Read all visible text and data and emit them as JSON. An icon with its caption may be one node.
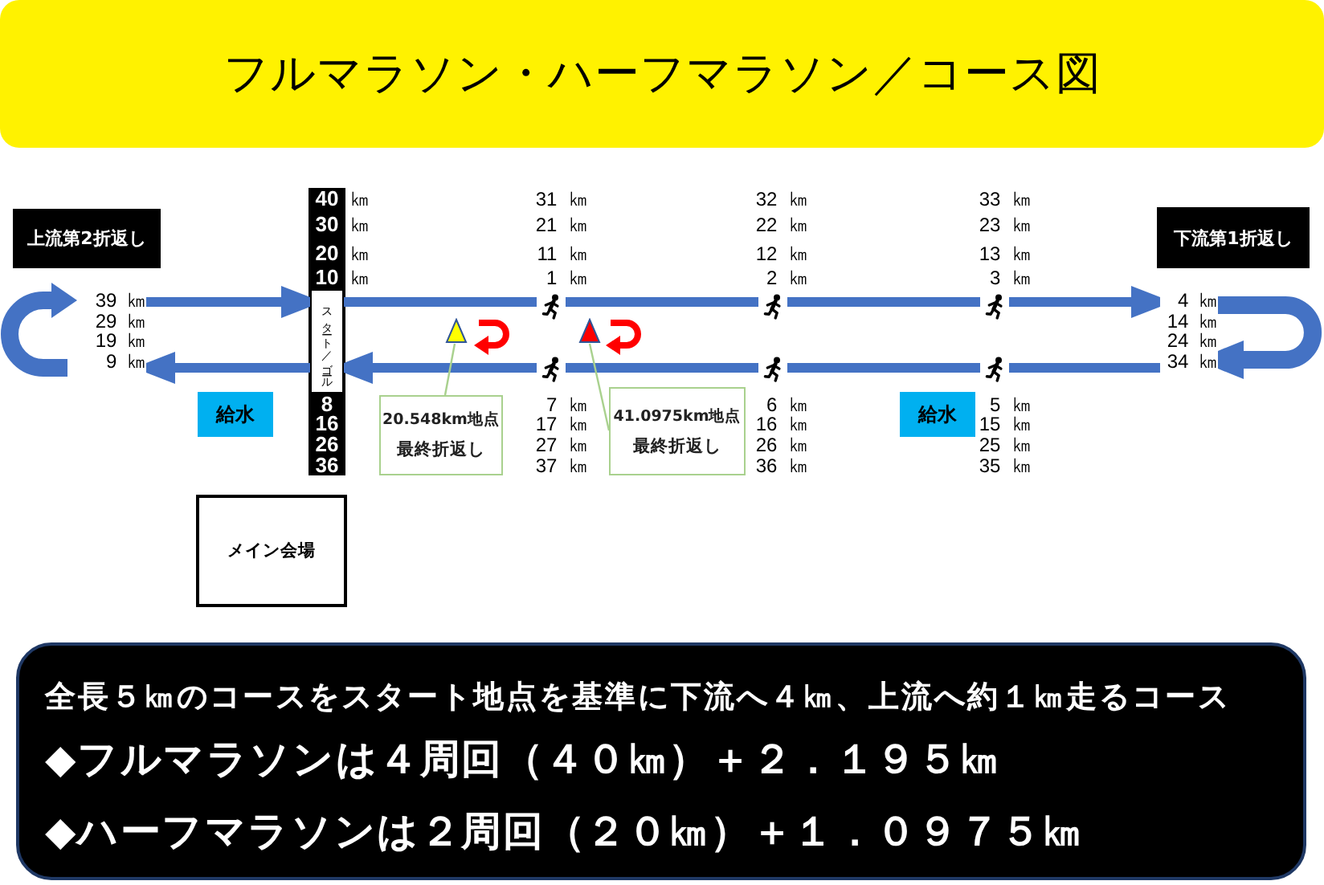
{
  "diagram": {
    "title": "フルマラソン・ハーフマラソン／コース図",
    "nodes": [
      {
        "text": [
          "上流第2折返し"
        ]
      },
      {
        "text": [
          "下流第1折返し"
        ]
      },
      {
        "text": [
          "39 ㎞",
          "29 ㎞",
          "19 ㎞",
          "9 ㎞"
        ]
      },
      {
        "text": [
          "スタート／ゴール"
        ]
      },
      {
        "text": [],
        "shape": "person"
      },
      {
        "text": [],
        "shape": "person"
      },
      {
        "text": [],
        "shape": "person"
      },
      {
        "text": [
          "4 ㎞",
          "14 ㎞",
          "24 ㎞",
          "34 ㎞"
        ]
      },
      {
        "text": [],
        "shape": "triangle"
      },
      {
        "text": [],
        "shape": "triangle"
      },
      {
        "text": [],
        "shape": "person"
      },
      {
        "text": [],
        "shape": "person"
      },
      {
        "text": [],
        "shape": "person"
      },
      {
        "text": [
          "給水"
        ]
      },
      {
        "text": [
          "20.548km地点",
          "最終折返し"
        ]
      },
      {
        "text": [
          "41.0975km地点",
          "最終折返し"
        ]
      },
      {
        "text": [
          "給水"
        ]
      },
      {
        "text": [
          "メイン会場"
        ]
      },
      {
        "text": [
          "全長５㎞のコースをスタート地点を基準に下流へ４㎞、上流へ約１㎞走るコース",
          "◆フルマラソンは４周回（４０㎞）＋２．１９５㎞",
          "◆ハーフマラソンは２周回（２０㎞）＋１．０９７５㎞"
        ]
      }
    ],
    "edges": [
      {
        "from": 2,
        "to": 3,
        "arrow": "to"
      },
      {
        "from": 3,
        "to": 4,
        "arrow": "none"
      },
      {
        "from": 4,
        "to": 5,
        "arrow": "none"
      },
      {
        "from": 5,
        "to": 6,
        "arrow": "none"
      },
      {
        "from": 6,
        "to": 7,
        "arrow": "to"
      },
      {
        "from": 7,
        "to": 12,
        "arrow": "none"
      },
      {
        "from": 12,
        "to": 11,
        "arrow": "none"
      },
      {
        "from": 11,
        "to": 10,
        "arrow": "none"
      },
      {
        "from": 10,
        "to": 3,
        "arrow": "to"
      },
      {
        "from": 3,
        "to": 2,
        "arrow": "to"
      },
      {
        "from": 14,
        "to": 8,
        "arrow": "none",
        "color": "#a9d18e"
      },
      {
        "from": 15,
        "to": 9,
        "arrow": "none",
        "color": "#a9d18e"
      },
      {
        "from": 7,
        "to": 7,
        "arrow": "to",
        "style": "thick"
      }
    ],
    "labels": [
      "40",
      "㎞",
      "31 ㎞",
      "32 ㎞",
      "33 ㎞",
      "30",
      "㎞",
      "21 ㎞",
      "22 ㎞",
      "23 ㎞",
      "20",
      "㎞",
      "11 ㎞",
      "12 ㎞",
      "13 ㎞",
      "10",
      "㎞",
      "1 ㎞",
      "2 ㎞",
      "3 ㎞",
      "8",
      "7 ㎞",
      "6 ㎞",
      "5 ㎞",
      "16",
      "17 ㎞",
      "16 ㎞",
      "15 ㎞",
      "26",
      "27 ㎞",
      "26 ㎞",
      "25 ㎞",
      "36",
      "37 ㎞",
      "36 ㎞",
      "35 ㎞"
    ]
  }
}
